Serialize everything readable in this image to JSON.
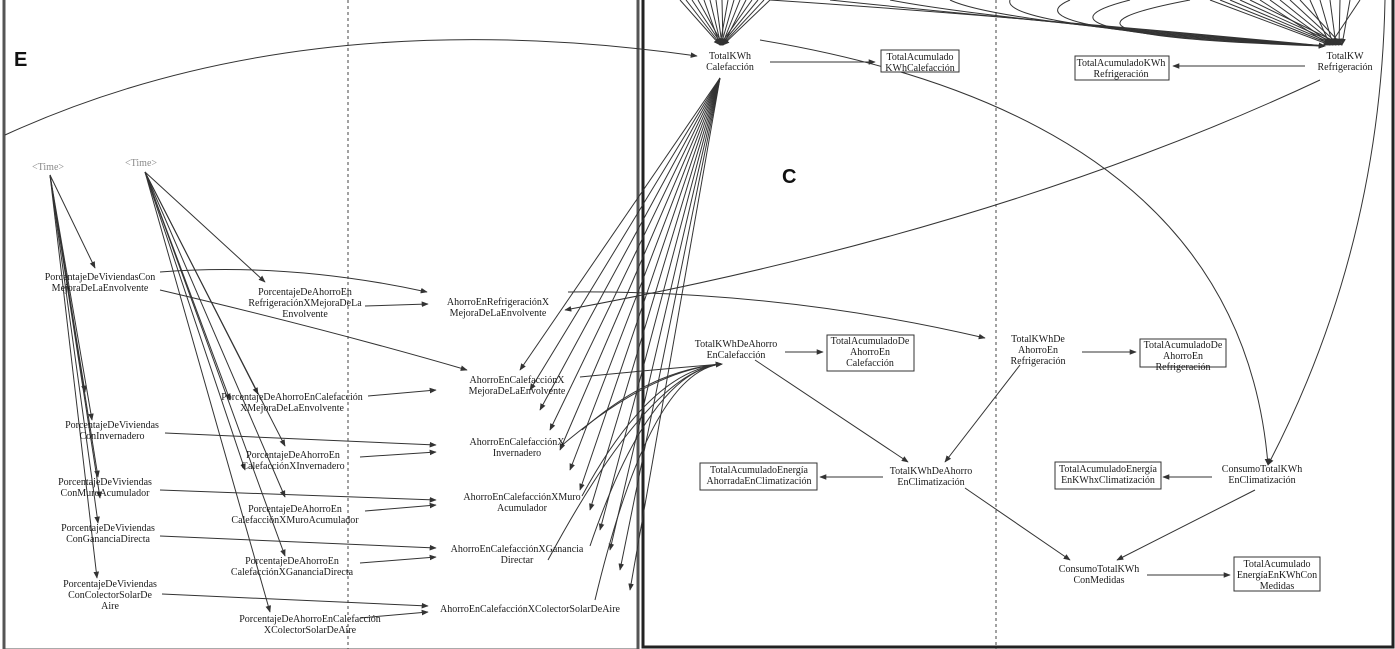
{
  "panels": {
    "left": {
      "label": "E"
    },
    "right": {
      "label": "C"
    }
  },
  "nodes": {
    "time_1": [
      "<Time>"
    ],
    "time_2": [
      "<Time>"
    ],
    "pv_mejora": [
      "PorcentajeDeViviendasCon",
      "MejoraDeLaEnvolvente"
    ],
    "pa_refrig_mejora": [
      "PorcentajeDeAhorroEn",
      "RefrigeraciónXMejoraDeLa",
      "Envolvente"
    ],
    "ahorro_refrig_mejora": [
      "AhorroEnRefrigeraciónX",
      "MejoraDeLaEnvolvente"
    ],
    "pa_calef_mejora": [
      "PorcentajeDeAhorroEnCalefacción",
      "XMejoraDeLaEnvolvente"
    ],
    "ahorro_calef_mejora": [
      "AhorroEnCalefacciónX",
      "MejoraDeLaEnvolvente"
    ],
    "pv_invernadero": [
      "PorcentajeDeViviendas",
      "ConInvernadero"
    ],
    "pa_calef_invernadero": [
      "PorcentajeDeAhorroEn",
      "CalefacciónXInvernadero"
    ],
    "ahorro_calef_invernadero": [
      "AhorroEnCalefacciónX",
      "Invernadero"
    ],
    "pv_muro": [
      "PorcentajeDeViviendas",
      "ConMuroAcumulador"
    ],
    "pa_calef_muro": [
      "PorcentajeDeAhorroEn",
      "CalefacciónXMuroAcumulador"
    ],
    "ahorro_calef_muro": [
      "AhorroEnCalefacciónXMuro",
      "Acumulador"
    ],
    "pv_ganancia": [
      "PorcentajeDeViviendas",
      "ConGananciaDirecta"
    ],
    "pa_calef_ganancia": [
      "PorcentajeDeAhorroEn",
      "CalefacciónXGananciaDirecta"
    ],
    "ahorro_calef_ganancia": [
      "AhorroEnCalefacciónXGanancia",
      "Directar"
    ],
    "pv_colector": [
      "PorcentajeDeViviendas",
      "ConColectorSolarDe",
      "Aire"
    ],
    "pa_calef_colector": [
      "PorcentajeDeAhorroEnCalefacción",
      "XColectorSolarDeAire"
    ],
    "ahorro_calef_colector": [
      "AhorroEnCalefacciónXColectorSolarDeAire"
    ],
    "total_kwh_calef": [
      "TotalKWh",
      "Calefacción"
    ],
    "total_acum_kwh_calef": [
      "TotalAcumulado",
      "KWhCalefacción"
    ],
    "total_acum_kwh_refrig": [
      "TotalAcumuladoKWh",
      "Refrigeración"
    ],
    "total_kw_refrig": [
      "TotalKW",
      "Refrigeración"
    ],
    "total_kwh_ahorro_calef": [
      "TotalKWhDeAhorro",
      "EnCalefacción"
    ],
    "total_acum_ahorro_calef": [
      "TotalAcumuladoDe",
      "AhorroEn",
      "Calefacción"
    ],
    "total_kwh_ahorro_refrig": [
      "TotalKWhDe",
      "AhorroEn",
      "Refrigeración"
    ],
    "total_acum_ahorro_refrig": [
      "TotalAcumuladoDe",
      "AhorroEn",
      "Refrigeración"
    ],
    "total_acum_energia_ahorrada": [
      "TotalAcumuladoEnergía",
      "AhorradaEnClimatización"
    ],
    "total_kwh_ahorro_clim": [
      "TotalKWhDeAhorro",
      "EnClimatización"
    ],
    "total_acum_energia_kwh_clim": [
      "TotalAcumuladoEnergía",
      "EnKWhxClimatización"
    ],
    "consumo_total_clim": [
      "ConsumoTotalKWh",
      "EnClimatización"
    ],
    "consumo_total_medidas": [
      "ConsumoTotalKWh",
      "ConMedidas"
    ],
    "total_acum_energia_medidas": [
      "TotalAcumulado",
      "EnergíaEnKWhCon",
      "Medidas"
    ]
  }
}
